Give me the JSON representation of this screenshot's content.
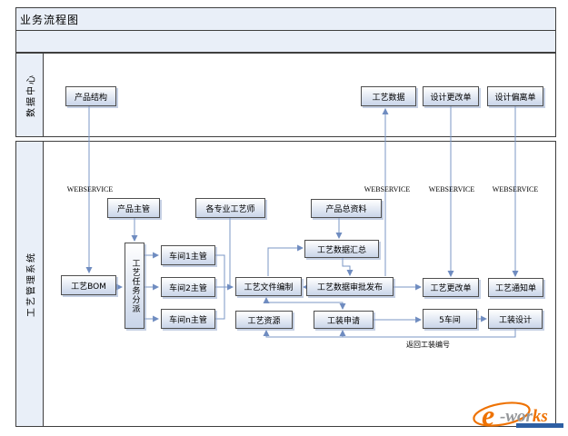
{
  "title": "业务流程图",
  "lanes": {
    "data_center": "数据中心",
    "process_mgmt_system": "工艺管理系统"
  },
  "labels": {
    "webservice": "WEBSERVICE",
    "return_tooling_no": "返回工装编号"
  },
  "nodes": {
    "product_structure": "产品结构",
    "process_data": "工艺数据",
    "design_change_order": "设计更改单",
    "design_deviation_order": "设计偏离单",
    "product_manager": "产品主管",
    "specialist_process_engineers": "各专业工艺师",
    "product_master_data": "产品总资料",
    "process_data_summary": "工艺数据汇总",
    "process_bom": "工艺BOM",
    "process_task_dispatch": "工艺任务分派",
    "workshop1_manager": "车间1主管",
    "workshop2_manager": "车间2主管",
    "workshopn_manager": "车间n主管",
    "process_file_compilation": "工艺文件编制",
    "process_data_approval_release": "工艺数据审批发布",
    "process_change_order": "工艺更改单",
    "process_notice_order": "工艺通知单",
    "process_resource": "工艺资源",
    "tooling_request": "工装申请",
    "workshop_5": "5车间",
    "tooling_design": "工装设计"
  },
  "logo": {
    "e": "e",
    "wor": "-wor",
    "ks": "ks"
  },
  "colors": {
    "connector": "#7b97c6",
    "lane_fill": "#e9eff8",
    "box_border": "#4f4f4f",
    "box_fill_bottom": "#c9d5e9",
    "frame_border": "#3f3f3f",
    "logo_orange": "#ee7203",
    "logo_gray": "#95979a",
    "logo_blue": "#2e5fa3"
  }
}
